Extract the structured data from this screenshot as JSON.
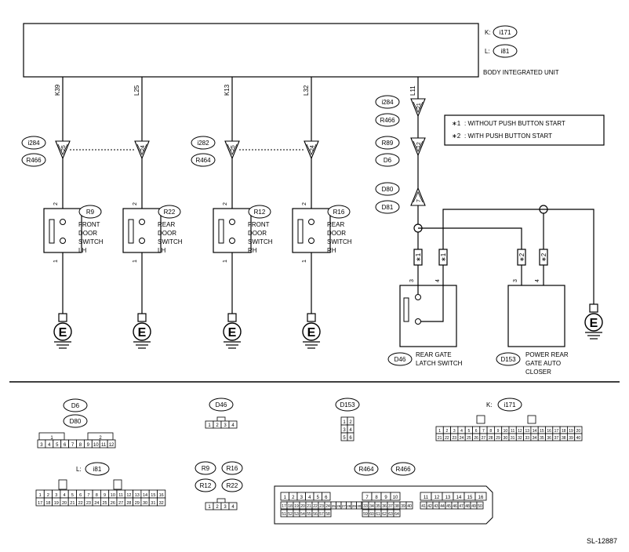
{
  "bcm": {
    "label": "BODY INTEGRATED UNIT",
    "connectors": [
      {
        "letter": "K:",
        "code": "i171"
      },
      {
        "letter": "L:",
        "code": "i81"
      }
    ]
  },
  "wires": [
    "K39",
    "L25",
    "K13",
    "L32",
    "L11"
  ],
  "junction_pins": [
    "25",
    "24",
    "25",
    "24",
    "21",
    "12",
    "7"
  ],
  "junction_codes": [
    "i284",
    "R466",
    "i282",
    "R464",
    "i284",
    "R466",
    "R89",
    "D6",
    "D80",
    "D81"
  ],
  "legend": [
    {
      "mark": "∗1",
      "text": ": WITHOUT PUSH BUTTON START"
    },
    {
      "mark": "∗2",
      "text": ": WITH PUSH BUTTON START"
    }
  ],
  "switches": [
    {
      "code": "R9",
      "name": [
        "FRONT",
        "DOOR",
        "SWITCH",
        "LH"
      ],
      "pin_top": "2",
      "pin_bot": "1"
    },
    {
      "code": "R22",
      "name": [
        "REAR",
        "DOOR",
        "SWITCH",
        "LH"
      ],
      "pin_top": "2",
      "pin_bot": "1"
    },
    {
      "code": "R12",
      "name": [
        "FRONT",
        "DOOR",
        "SWITCH",
        "RH"
      ],
      "pin_top": "2",
      "pin_bot": "1"
    },
    {
      "code": "R16",
      "name": [
        "REAR",
        "DOOR",
        "SWITCH",
        "RH"
      ],
      "pin_top": "2",
      "pin_bot": "1"
    }
  ],
  "ground_label": "E",
  "option_marks": [
    "∗1",
    "∗1",
    "∗2",
    "∗2"
  ],
  "latch": {
    "code": "D46",
    "name": [
      "REAR GATE",
      "LATCH SWITCH"
    ],
    "pins": [
      "3",
      "4"
    ]
  },
  "closer": {
    "code": "D153",
    "name": [
      "POWER REAR",
      "GATE AUTO",
      "CLOSER"
    ],
    "pins": [
      "3",
      "4"
    ]
  },
  "views": {
    "d6_codes": [
      "D6",
      "D80"
    ],
    "d6_top": [
      "1",
      "2"
    ],
    "d6_bottom": [
      "3",
      "4",
      "5",
      "6",
      "7",
      "8",
      "9",
      "10",
      "11",
      "12"
    ],
    "d46_code": "D46",
    "d46_pins": [
      "1",
      "2",
      "3",
      "4"
    ],
    "d153_code": "D153",
    "d153_pins": [
      "1",
      "2",
      "3",
      "4",
      "5",
      "6"
    ],
    "i171_letter": "K:",
    "i171_code": "i171",
    "i171_row1": [
      "1",
      "2",
      "3",
      "4",
      "5",
      "6",
      "7",
      "8",
      "9",
      "10",
      "11",
      "12",
      "13",
      "14",
      "15",
      "16",
      "17",
      "18",
      "19",
      "20"
    ],
    "i171_row2": [
      "21",
      "22",
      "23",
      "24",
      "25",
      "26",
      "27",
      "28",
      "29",
      "30",
      "31",
      "32",
      "33",
      "34",
      "35",
      "36",
      "37",
      "38",
      "39",
      "40"
    ],
    "i81_letter": "L:",
    "i81_code": "i81",
    "i81_row1": [
      "1",
      "2",
      "3",
      "4",
      "5",
      "6",
      "7",
      "8",
      "9",
      "10",
      "11",
      "12",
      "13",
      "14",
      "15",
      "16"
    ],
    "i81_row2": [
      "17",
      "18",
      "19",
      "20",
      "21",
      "22",
      "23",
      "24",
      "25",
      "26",
      "27",
      "28",
      "29",
      "30",
      "31",
      "32"
    ],
    "rsw_codes": [
      "R9",
      "R16",
      "R12",
      "R22"
    ],
    "rsw_pins": [
      "1",
      "2",
      "3",
      "4"
    ],
    "r464_codes": [
      "R464",
      "R466"
    ],
    "r464_row1": [
      "1",
      "2",
      "3",
      "4",
      "5",
      "6",
      "7",
      "8",
      "9",
      "10",
      "11",
      "12",
      "13",
      "14",
      "15",
      "16"
    ],
    "r464_row2": [
      "17",
      "18",
      "19",
      "20",
      "21",
      "22",
      "23",
      "24",
      "25",
      "26",
      "27",
      "28",
      "29",
      "30",
      "31",
      "32",
      "33",
      "34",
      "35",
      "36",
      "37",
      "38",
      "39",
      "40",
      "41",
      "42",
      "43",
      "44",
      "45",
      "46",
      "47",
      "48",
      "49",
      "50",
      "51",
      "52",
      "53",
      "54",
      "55",
      "56",
      "57",
      "58",
      "59",
      "60",
      "61",
      "62",
      "63",
      "64"
    ]
  },
  "diagram_id": "SL-12887"
}
